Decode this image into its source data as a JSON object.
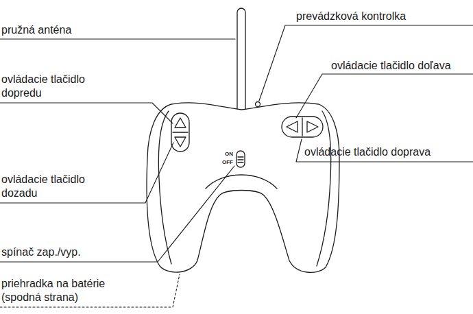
{
  "diagram": {
    "labels": [
      "pružná anténa",
      "prevádzková kontrolka",
      "ovládacie tlačidlo dopredu",
      "ovládacie tlačidlo doľava",
      "ovládacie tlačidlo doprava",
      "ovládacie tlačidlo dozadu",
      "ON",
      "OFF",
      "spínač zap./vyp.",
      "priehradka na batérie (spodná strana)"
    ]
  }
}
